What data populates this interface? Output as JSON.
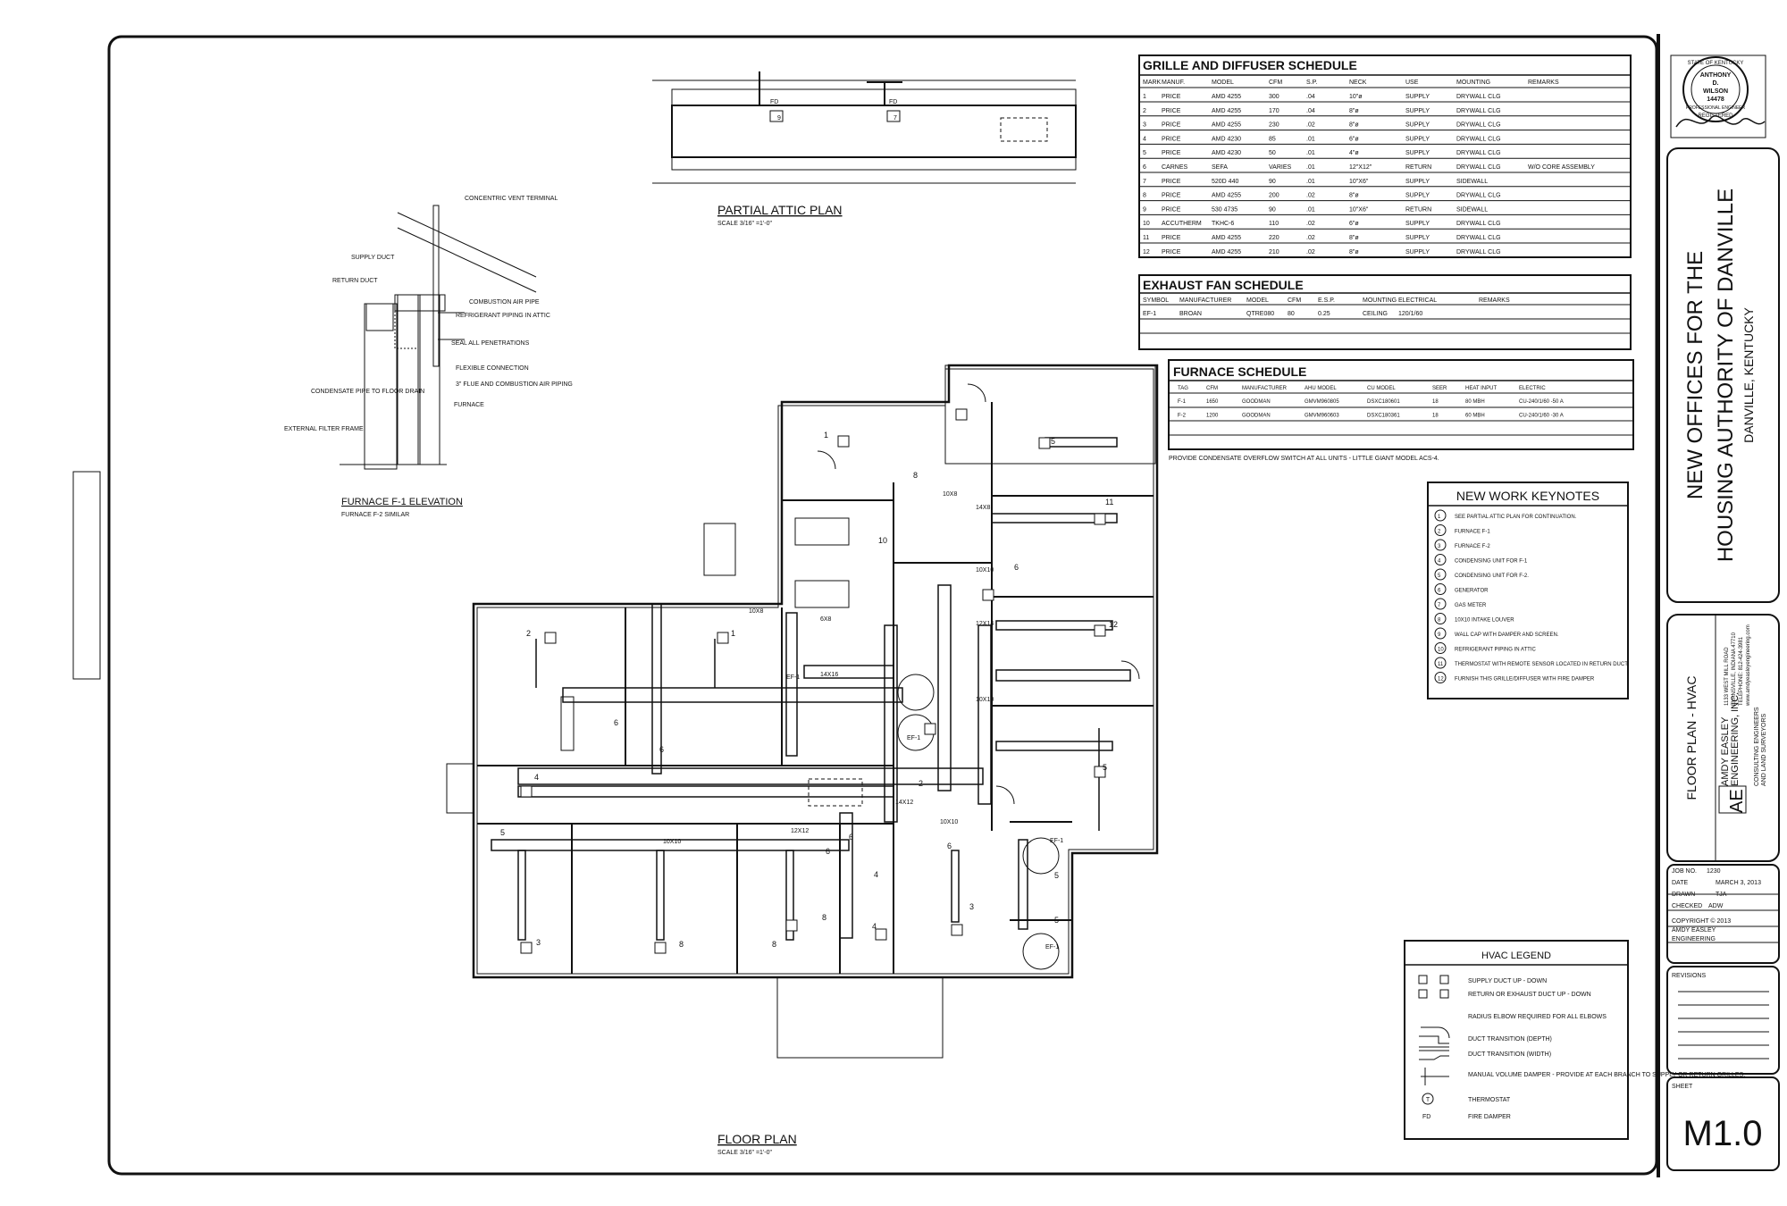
{
  "grille_schedule": {
    "title": "GRILLE AND DIFFUSER SCHEDULE",
    "headers": [
      "MARK",
      "MANUF.",
      "MODEL",
      "CFM",
      "S.P.",
      "NECK",
      "USE",
      "MOUNTING",
      "REMARKS"
    ],
    "rows": [
      [
        "1",
        "PRICE",
        "AMD 4255",
        "300",
        ".04",
        "10\"ø",
        "SUPPLY",
        "DRYWALL CLG",
        ""
      ],
      [
        "2",
        "PRICE",
        "AMD 4255",
        "170",
        ".04",
        "8\"ø",
        "SUPPLY",
        "DRYWALL CLG",
        ""
      ],
      [
        "3",
        "PRICE",
        "AMD 4255",
        "230",
        ".02",
        "8\"ø",
        "SUPPLY",
        "DRYWALL CLG",
        ""
      ],
      [
        "4",
        "PRICE",
        "AMD 4230",
        "85",
        ".01",
        "6\"ø",
        "SUPPLY",
        "DRYWALL CLG",
        ""
      ],
      [
        "5",
        "PRICE",
        "AMD 4230",
        "50",
        ".01",
        "4\"ø",
        "SUPPLY",
        "DRYWALL CLG",
        ""
      ],
      [
        "6",
        "CARNES",
        "SEFA",
        "VARIES",
        ".01",
        "12\"X12\"",
        "RETURN",
        "DRYWALL CLG",
        "W/O CORE ASSEMBLY"
      ],
      [
        "7",
        "PRICE",
        "520D 440",
        "90",
        ".01",
        "10\"X6\"",
        "SUPPLY",
        "SIDEWALL",
        ""
      ],
      [
        "8",
        "PRICE",
        "AMD 4255",
        "200",
        ".02",
        "8\"ø",
        "SUPPLY",
        "DRYWALL CLG",
        ""
      ],
      [
        "9",
        "PRICE",
        "530 4735",
        "90",
        ".01",
        "10\"X6\"",
        "RETURN",
        "SIDEWALL",
        ""
      ],
      [
        "10",
        "ACCUTHERM",
        "TKHC-6",
        "110",
        ".02",
        "6\"ø",
        "SUPPLY",
        "DRYWALL CLG",
        ""
      ],
      [
        "11",
        "PRICE",
        "AMD 4255",
        "220",
        ".02",
        "8\"ø",
        "SUPPLY",
        "DRYWALL CLG",
        ""
      ],
      [
        "12",
        "PRICE",
        "AMD 4255",
        "210",
        ".02",
        "8\"ø",
        "SUPPLY",
        "DRYWALL CLG",
        ""
      ]
    ]
  },
  "exhaust_schedule": {
    "title": "EXHAUST FAN SCHEDULE",
    "headers": [
      "SYMBOL",
      "MANUFACTURER",
      "MODEL",
      "CFM",
      "E.S.P.",
      "MOUNTING",
      "ELECTRICAL",
      "REMARKS"
    ],
    "rows": [
      [
        "EF-1",
        "BROAN",
        "QTRE080",
        "80",
        "0.25",
        "CEILING",
        "120/1/60",
        ""
      ]
    ]
  },
  "furnace_schedule": {
    "title": "FURNACE SCHEDULE",
    "headers": [
      "TAG",
      "CFM",
      "MANUFACTURER",
      "AHU MODEL",
      "CU MODEL",
      "SEER",
      "HEAT INPUT",
      "ELECTRIC"
    ],
    "rows": [
      [
        "F-1",
        "1650",
        "GOODMAN",
        "GMVM960805",
        "DSXC180601",
        "18",
        "80 MBH",
        "CU-240/1/60 -50 A"
      ],
      [
        "F-2",
        "1200",
        "GOODMAN",
        "GMVM960603",
        "DSXC180361",
        "18",
        "60 MBH",
        "CU-240/1/60 -30 A"
      ]
    ],
    "note": "PROVIDE CONDENSATE OVERFLOW SWITCH AT ALL UNITS - LITTLE GIANT MODEL ACS-4."
  },
  "keynotes": {
    "title": "NEW WORK KEYNOTES",
    "items": [
      [
        "1",
        "SEE PARTIAL ATTIC PLAN FOR CONTINUATION."
      ],
      [
        "2",
        "FURNACE F-1"
      ],
      [
        "3",
        "FURNACE F-2"
      ],
      [
        "4",
        "CONDENSING UNIT FOR F-1"
      ],
      [
        "5",
        "CONDENSING UNIT FOR F-2."
      ],
      [
        "6",
        "GENERATOR"
      ],
      [
        "7",
        "GAS METER"
      ],
      [
        "8",
        "10X10 INTAKE LOUVER"
      ],
      [
        "9",
        "WALL CAP WITH DAMPER AND SCREEN."
      ],
      [
        "10",
        "REFRIGERANT PIPING IN ATTIC"
      ],
      [
        "11",
        "THERMOSTAT WITH REMOTE SENSOR LOCATED IN RETURN DUCT."
      ],
      [
        "12",
        "FURNISH THIS GRILLE/DIFFUSER WITH FIRE DAMPER"
      ]
    ]
  },
  "legend": {
    "title": "HVAC LEGEND",
    "items": [
      "SUPPLY DUCT UP - DOWN",
      "RETURN OR EXHAUST DUCT UP - DOWN",
      "RADIUS ELBOW REQUIRED FOR ALL ELBOWS",
      "DUCT TRANSITION (DEPTH)",
      "DUCT TRANSITION (WIDTH)",
      "MANUAL VOLUME DAMPER - PROVIDE AT EACH BRANCH TO SUPPLY OR RETURN GRILLES.",
      "THERMOSTAT",
      "FIRE DAMPER"
    ],
    "symbols": [
      "T",
      "FD"
    ]
  },
  "drawing_titles": {
    "attic": "PARTIAL ATTIC PLAN",
    "attic_scale": "SCALE 3/16\" =1'-0\"",
    "floor": "FLOOR PLAN",
    "floor_scale": "SCALE 3/16\" =1'-0\"",
    "furnace": "FURNACE F-1 ELEVATION",
    "furnace_sub": "FURNACE F-2 SIMILAR"
  },
  "elevation_labels": [
    "CONCENTRIC VENT TERMINAL",
    "SUPPLY DUCT",
    "RETURN DUCT",
    "COMBUSTION AIR PIPE",
    "REFRIGERANT PIPING IN ATTIC",
    "SEAL ALL PENETRATIONS",
    "FLEXIBLE CONNECTION",
    "3\" FLUE AND COMBUSTION AIR PIPING",
    "CONDENSATE PIPE TO FLOOR DRAIN",
    "FURNACE",
    "EXTERNAL FILTER FRAME"
  ],
  "plan_labels": {
    "duct_sizes": [
      "10X8",
      "6X8",
      "14X16",
      "10X10",
      "14X8",
      "10X10",
      "12X14",
      "14X12",
      "12X12",
      "10X10",
      "10X8",
      "10X10"
    ],
    "ef": "EF-1",
    "fd": "FD"
  },
  "title_block": {
    "seal": [
      "STATE OF KENTUCKY",
      "ANTHONY",
      "D.",
      "WILSON",
      "14478",
      "PROFESSIONAL ENGINEER",
      "REGISTERED"
    ],
    "project_line1": "NEW OFFICES FOR THE",
    "project_line2": "HOUSING AUTHORITY OF DANVILLE",
    "project_line3": "DANVILLE, KENTUCKY",
    "sheet_title": "FLOOR PLAN - HVAC",
    "firm_logo": "AE",
    "firm_name1": "AMDY EASLEY",
    "firm_name2": "ENGINEERING, INC.",
    "firm_sub1": "CONSULTING ENGINEERS",
    "firm_sub2": "AND LAND SURVEYORS",
    "firm_addr": [
      "1133 WEST MILL ROAD",
      "EVANSVILLE, INDIANA 47710",
      "TELEPHONE: 812-424-3981",
      "www.amdyeasleyengineering.com"
    ],
    "job_label": "JOB NO.",
    "job_value": "1230",
    "date_label": "DATE",
    "date_value": "MARCH 3, 2013",
    "drawn_label": "DRAWN",
    "drawn_value": "TJA",
    "checked_label": "CHECKED",
    "checked_value": "ADW",
    "copyright1": "COPYRIGHT © 2013",
    "copyright2": "AMDY EASLEY",
    "copyright3": "ENGINEERING",
    "revisions": "REVISIONS",
    "sheet_label": "SHEET",
    "sheet_number": "M1.0"
  }
}
